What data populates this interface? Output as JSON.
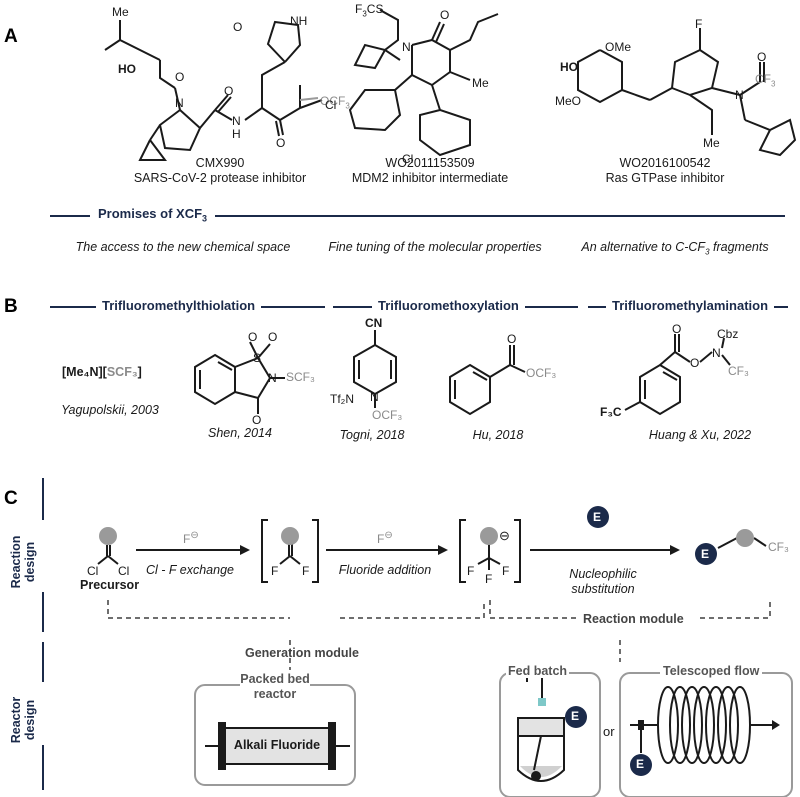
{
  "panels": {
    "a": "A",
    "b": "B",
    "c": "C"
  },
  "panelA": {
    "compounds": [
      {
        "name": "CMX990",
        "desc": "SARS-CoV-2 protease inhibitor"
      },
      {
        "name": "WO2011153509",
        "desc": "MDM2 inhibitor intermediate"
      },
      {
        "name": "WO2016100542",
        "desc": "Ras GTPase inhibitor"
      }
    ],
    "atoms": {
      "me": "Me",
      "ho": "HO",
      "nh": "NH",
      "n": "N",
      "h": "H",
      "o": "O",
      "ocf3": "OCF",
      "f3cs": "F",
      "f3cs_rest": "CS",
      "cl": "Cl",
      "meo": "MeO",
      "ome": "OMe",
      "f": "F",
      "cf3": "CF",
      "sub3": "3"
    },
    "promises_title": "Promises of XCF",
    "promises_sub": "3",
    "promises": [
      "The access to the new chemical space",
      "Fine tuning of the molecular properties",
      "An alternative to C-CF"
    ],
    "promises_tail": "fragments"
  },
  "panelB": {
    "headers": [
      "Trifluoromethylthiolation",
      "Trifluoromethoxylation",
      "Trifluoromethylamination"
    ],
    "reagent1": "[Me₄N][",
    "reagent1_anion": "SCF₃",
    "reagent1_end": "]",
    "refs": [
      "Yagupolskii, 2003",
      "Shen, 2014",
      "Togni, 2018",
      "Hu, 2018",
      "Huang & Xu, 2022"
    ],
    "atoms": {
      "o": "O",
      "s": "S",
      "n": "N",
      "scf3": "SCF₃",
      "cn": "CN",
      "tf2n": "Tf₂N",
      "ocf3": "OCF₃",
      "cbz": "Cbz",
      "cf3": "CF₃",
      "f3c": "F₃C"
    }
  },
  "panelC": {
    "reaction_design": "Reaction design",
    "reactor_design": "Reactor design",
    "precursor": "Precursor",
    "cl": "Cl",
    "f": "F",
    "fluoride": "F",
    "step1": "Cl - F exchange",
    "step2": "Fluoride addition",
    "step3a": "Nucleophilic",
    "step3b": "substitution",
    "e": "E",
    "cf3": "CF₃",
    "generation_module": "Generation module",
    "reaction_module": "Reaction module",
    "packed_bed": "Packed bed",
    "reactor": "reactor",
    "alkali_fluoride": "Alkali Fluoride",
    "fed_batch": "Fed batch",
    "or": "or",
    "telescoped_flow": "Telescoped flow"
  },
  "colors": {
    "navy": "#1b2a4a",
    "grey": "#9a9a9a",
    "box": "#e3e3e3"
  }
}
